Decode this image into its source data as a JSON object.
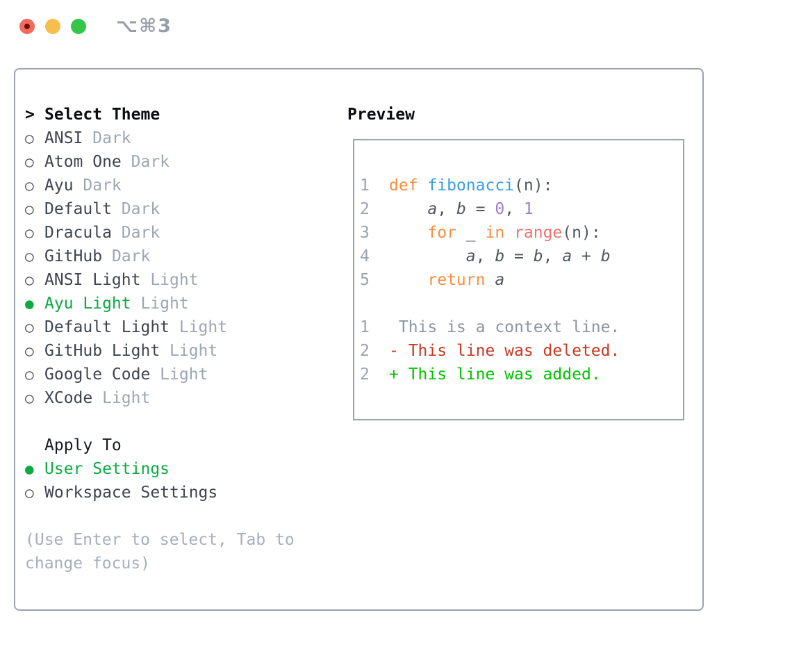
{
  "window": {
    "shortcut": "⌥⌘3"
  },
  "icons": {
    "prompt": ">",
    "radio_off": "○",
    "radio_on": "●"
  },
  "colors": {
    "accent_green": "#0caa41",
    "added_green": "#00c300",
    "deleted_red": "#c63a22",
    "context_gray": "#8d959e",
    "kw": "#fa8d3e",
    "fn": "#399ee6",
    "num": "#a37acc",
    "special": "#f07171",
    "code_fg": "#4f555f",
    "gutter": "#9aa4ad",
    "text_dark": "#3e4450",
    "header": "#0b0d11",
    "muted": "#9ca6b4",
    "hint": "#a6afbc",
    "border": "#9aa3ae",
    "traffic_red": "#f16a5d",
    "traffic_red_dot": "#6b1009",
    "traffic_yellow": "#f6bd4f",
    "traffic_green": "#35c649",
    "shortcut": "#989fa8"
  },
  "sidebar": {
    "header": "Select Theme",
    "themes": [
      {
        "name": "ANSI",
        "variant": "Dark",
        "selected": false
      },
      {
        "name": "Atom One",
        "variant": "Dark",
        "selected": false
      },
      {
        "name": "Ayu",
        "variant": "Dark",
        "selected": false
      },
      {
        "name": "Default",
        "variant": "Dark",
        "selected": false
      },
      {
        "name": "Dracula",
        "variant": "Dark",
        "selected": false
      },
      {
        "name": "GitHub",
        "variant": "Dark",
        "selected": false
      },
      {
        "name": "ANSI Light",
        "variant": "Light",
        "selected": false
      },
      {
        "name": "Ayu Light",
        "variant": "Light",
        "selected": true
      },
      {
        "name": "Default Light",
        "variant": "Light",
        "selected": false
      },
      {
        "name": "GitHub Light",
        "variant": "Light",
        "selected": false
      },
      {
        "name": "Google Code",
        "variant": "Light",
        "selected": false
      },
      {
        "name": "XCode",
        "variant": "Light",
        "selected": false
      }
    ],
    "apply_header": "Apply To",
    "apply_items": [
      {
        "name": "User Settings",
        "selected": true
      },
      {
        "name": "Workspace Settings",
        "selected": false
      }
    ],
    "hint_lines": [
      "(Use Enter to select, Tab to",
      "change focus)"
    ]
  },
  "preview": {
    "label": "Preview",
    "code_lines": [
      {
        "num": "1",
        "segs": [
          [
            "def",
            "kw"
          ],
          [
            " ",
            "fg"
          ],
          [
            "fibonacci",
            "fn"
          ],
          [
            "(n):",
            "fg"
          ]
        ]
      },
      {
        "num": "2",
        "segs": [
          [
            "    ",
            "fg"
          ],
          [
            "a",
            "var"
          ],
          [
            ", ",
            "fg"
          ],
          [
            "b",
            "var"
          ],
          [
            " = ",
            "fg"
          ],
          [
            "0",
            "num"
          ],
          [
            ", ",
            "fg"
          ],
          [
            "1",
            "num"
          ]
        ]
      },
      {
        "num": "3",
        "segs": [
          [
            "    ",
            "fg"
          ],
          [
            "for",
            "kw"
          ],
          [
            " _ ",
            "fg"
          ],
          [
            "in",
            "kw"
          ],
          [
            " ",
            "fg"
          ],
          [
            "range",
            "sp"
          ],
          [
            "(n):",
            "fg"
          ]
        ]
      },
      {
        "num": "4",
        "segs": [
          [
            "        ",
            "fg"
          ],
          [
            "a",
            "var"
          ],
          [
            ", ",
            "fg"
          ],
          [
            "b",
            "var"
          ],
          [
            " = ",
            "fg"
          ],
          [
            "b",
            "var"
          ],
          [
            ", ",
            "fg"
          ],
          [
            "a",
            "var"
          ],
          [
            " + ",
            "fg"
          ],
          [
            "b",
            "var"
          ]
        ]
      },
      {
        "num": "5",
        "segs": [
          [
            "    ",
            "fg"
          ],
          [
            "return",
            "kw"
          ],
          [
            " ",
            "fg"
          ],
          [
            "a",
            "var"
          ]
        ]
      }
    ],
    "diff_lines": [
      {
        "num": "1",
        "segs": [
          [
            " This is a context line.",
            "ctx"
          ]
        ]
      },
      {
        "num": "2",
        "segs": [
          [
            "- This line was deleted.",
            "del"
          ]
        ]
      },
      {
        "num": "2",
        "segs": [
          [
            "+ This line was added.",
            "add"
          ]
        ]
      }
    ]
  }
}
